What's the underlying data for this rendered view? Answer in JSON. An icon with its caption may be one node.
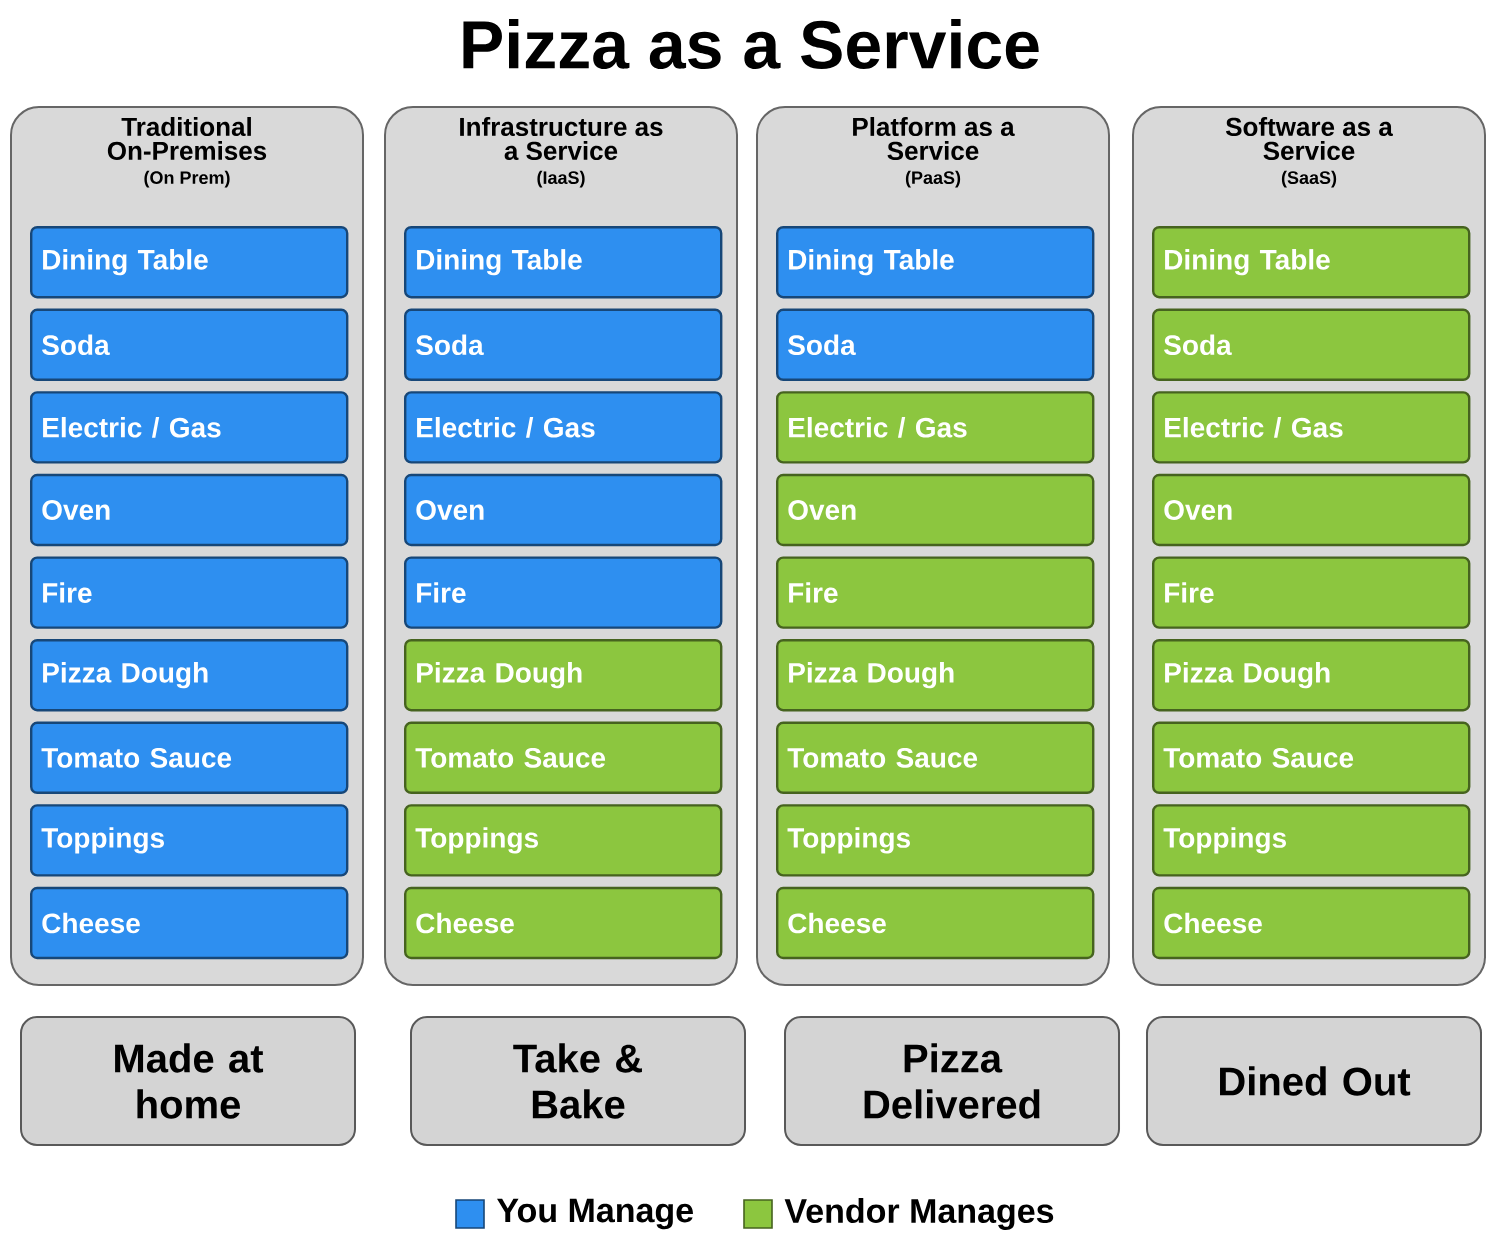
{
  "diagram": {
    "title": "Pizza as a Service",
    "nodes": [
      {
        "text": [
          "Traditional On-Premises",
          "(On Prem)"
        ]
      },
      {
        "text": [
          "Dining Table"
        ],
        "in": 0
      },
      {
        "text": [
          "Soda"
        ],
        "in": 0
      },
      {
        "text": [
          "Electric / Gas"
        ],
        "in": 0
      },
      {
        "text": [
          "Oven"
        ],
        "in": 0
      },
      {
        "text": [
          "Fire"
        ],
        "in": 0
      },
      {
        "text": [
          "Pizza Dough"
        ],
        "in": 0
      },
      {
        "text": [
          "Tomato Sauce"
        ],
        "in": 0
      },
      {
        "text": [
          "Toppings"
        ],
        "in": 0
      },
      {
        "text": [
          "Cheese"
        ],
        "in": 0
      },
      {
        "text": [
          "Infrastructure as a Service",
          "(IaaS)"
        ]
      },
      {
        "text": [
          "Dining Table"
        ],
        "in": 10
      },
      {
        "text": [
          "Soda"
        ],
        "in": 10
      },
      {
        "text": [
          "Electric / Gas"
        ],
        "in": 10
      },
      {
        "text": [
          "Oven"
        ],
        "in": 10
      },
      {
        "text": [
          "Fire"
        ],
        "in": 10
      },
      {
        "text": [
          "Pizza Dough"
        ],
        "in": 10
      },
      {
        "text": [
          "Tomato Sauce"
        ],
        "in": 10
      },
      {
        "text": [
          "Toppings"
        ],
        "in": 10
      },
      {
        "text": [
          "Cheese"
        ],
        "in": 10
      },
      {
        "text": [
          "Platform as a Service",
          "(PaaS)"
        ]
      },
      {
        "text": [
          "Dining Table"
        ],
        "in": 20
      },
      {
        "text": [
          "Soda"
        ],
        "in": 20
      },
      {
        "text": [
          "Electric / Gas"
        ],
        "in": 20
      },
      {
        "text": [
          "Oven"
        ],
        "in": 20
      },
      {
        "text": [
          "Fire"
        ],
        "in": 20
      },
      {
        "text": [
          "Pizza Dough"
        ],
        "in": 20
      },
      {
        "text": [
          "Tomato Sauce"
        ],
        "in": 20
      },
      {
        "text": [
          "Toppings"
        ],
        "in": 20
      },
      {
        "text": [
          "Cheese"
        ],
        "in": 20
      },
      {
        "text": [
          "Software as a Service",
          "(SaaS)"
        ]
      },
      {
        "text": [
          "Dining Table"
        ],
        "in": 30
      },
      {
        "text": [
          "Soda"
        ],
        "in": 30
      },
      {
        "text": [
          "Electric / Gas"
        ],
        "in": 30
      },
      {
        "text": [
          "Oven"
        ],
        "in": 30
      },
      {
        "text": [
          "Fire"
        ],
        "in": 30
      },
      {
        "text": [
          "Pizza Dough"
        ],
        "in": 30
      },
      {
        "text": [
          "Tomato Sauce"
        ],
        "in": 30
      },
      {
        "text": [
          "Toppings"
        ],
        "in": 30
      },
      {
        "text": [
          "Cheese"
        ],
        "in": 30
      },
      {
        "text": [
          "Made at home"
        ]
      },
      {
        "text": [
          "Take & Bake"
        ]
      },
      {
        "text": [
          "Pizza Delivered"
        ]
      },
      {
        "text": [
          "Dined Out"
        ]
      }
    ],
    "legend": [
      {
        "text": "You Manage",
        "color": "#2e8ff0"
      },
      {
        "text": "Vendor Manages",
        "color": "#8cc63f"
      }
    ]
  }
}
